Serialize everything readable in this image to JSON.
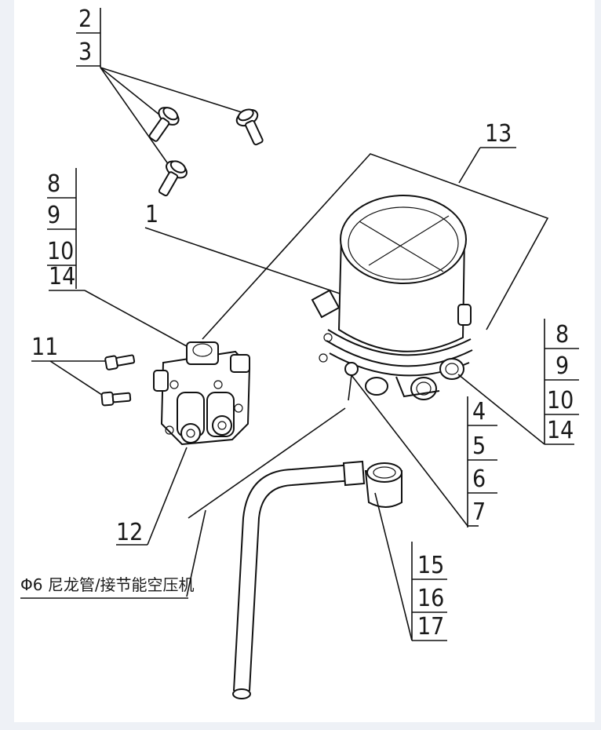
{
  "labels": {
    "p2": "2",
    "p3": "3",
    "p13": "13",
    "p8a": "8",
    "p9a": "9",
    "p10a": "10",
    "p14a": "14",
    "p1": "1",
    "p11": "11",
    "p8b": "8",
    "p9b": "9",
    "p10b": "10",
    "p14b": "14",
    "p4": "4",
    "p5": "5",
    "p6": "6",
    "p7": "7",
    "p12": "12",
    "p15": "15",
    "p16": "16",
    "p17": "17"
  },
  "caption": "Φ6 尼龙管/接节能空压机",
  "icons": {
    "bolt": "bolt-icon",
    "dryer": "air-dryer-icon",
    "valve": "four-circuit-valve-icon",
    "pipe": "pipe-icon"
  },
  "colors": {
    "ink": "#111111",
    "background": "#ffffff",
    "frame": "#eef1f6"
  }
}
